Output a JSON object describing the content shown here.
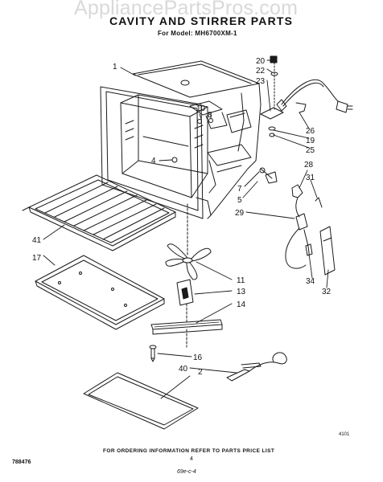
{
  "header": {
    "watermark": "AppliancePartsPros.com",
    "title": "CAVITY AND STIRRER PARTS",
    "model_line": "For Model: MH6700XM-1"
  },
  "callouts": [
    "1",
    "2",
    "4",
    "5",
    "7",
    "8",
    "10",
    "11",
    "13",
    "14",
    "16",
    "17",
    "19",
    "20",
    "22",
    "23",
    "25",
    "26",
    "28",
    "29",
    "31",
    "32",
    "34",
    "40",
    "41"
  ],
  "footer": {
    "ordering_note": "FOR ORDERING INFORMATION REFER TO PARTS PRICE LIST",
    "page_number": "4",
    "document_number": "788476",
    "revision_note": "69e-c-4",
    "drawing_code": "4101"
  }
}
